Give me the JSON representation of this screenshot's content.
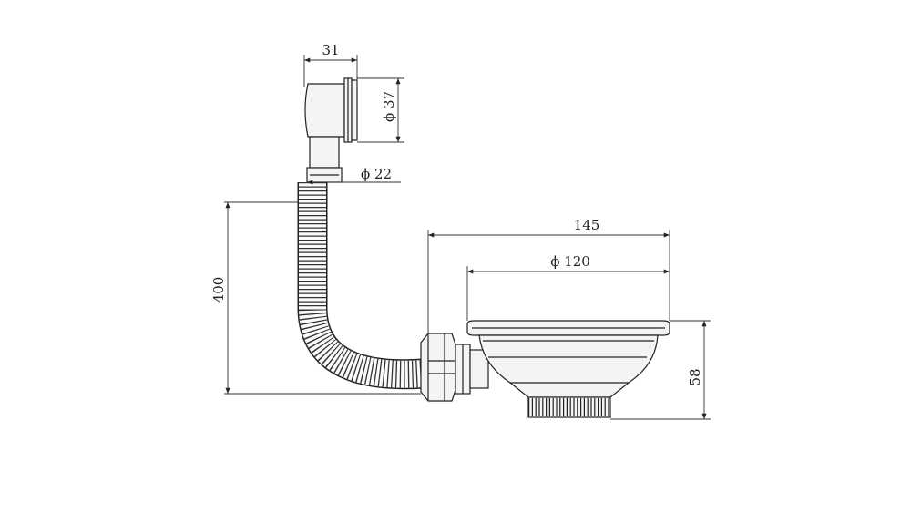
{
  "dimensions": {
    "outlet_width": "31",
    "outlet_diameter": "ϕ 37",
    "pipe_diameter": "ϕ 22",
    "hose_height": "400",
    "strainer_width": "145",
    "strainer_diameter": "ϕ 120",
    "strainer_height": "58"
  },
  "colors": {
    "line": "#222222",
    "part_fill": "#f4f4f4"
  }
}
